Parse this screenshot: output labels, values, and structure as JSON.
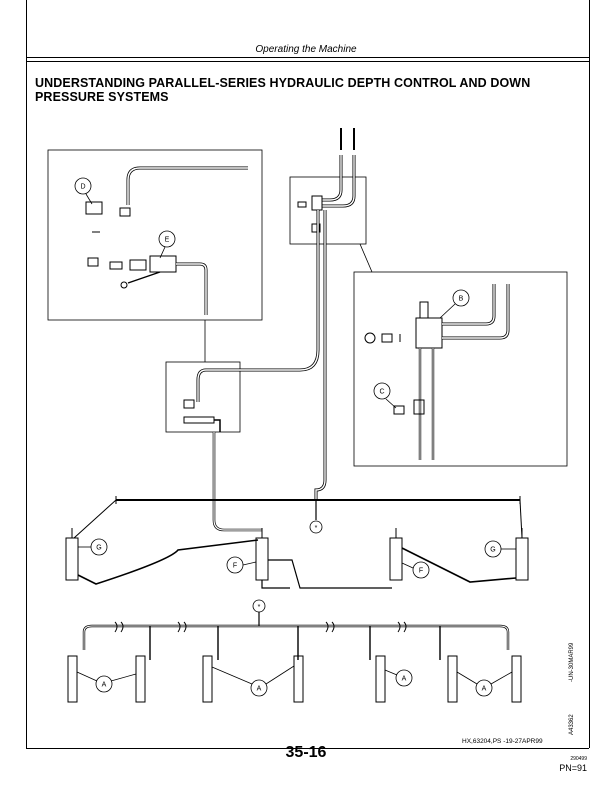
{
  "header": {
    "section": "Operating the Machine"
  },
  "title": "UNDERSTANDING PARALLEL-SERIES HYDRAULIC DEPTH CONTROL AND DOWN PRESSURE SYSTEMS",
  "diagram": {
    "callouts": [
      "A",
      "B",
      "C",
      "D",
      "E",
      "F",
      "G"
    ],
    "star": "*"
  },
  "side_codes": {
    "image_id": "-UN-30MAR99",
    "ref": "A43362"
  },
  "footer": {
    "file_code": "HX,63204,PS    -19-27APR99",
    "page_number": "35-16",
    "doc_date": "290499",
    "pn": "PN=91"
  }
}
